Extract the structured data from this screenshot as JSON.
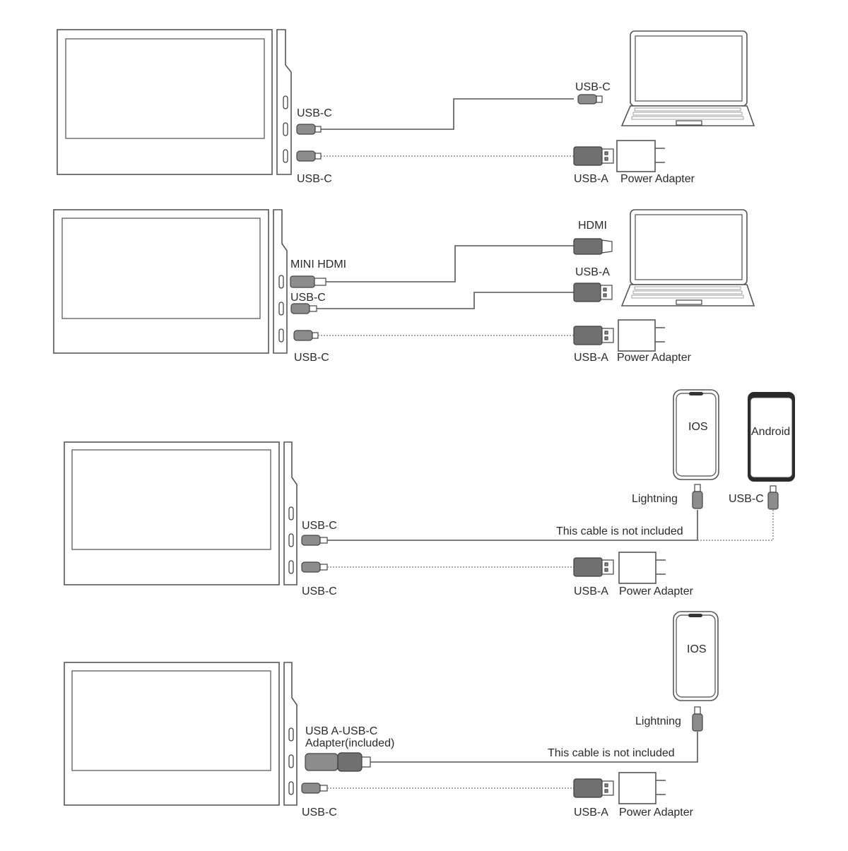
{
  "colors": {
    "line": "#555555",
    "plug": "#8c8c8c",
    "background": "#ffffff"
  },
  "scenario1": {
    "monitor_port_top": "USB-C",
    "monitor_port_bottom": "USB-C",
    "laptop_port": "USB-C",
    "adapter_plug": "USB-A",
    "adapter_label": "Power Adapter"
  },
  "scenario2": {
    "monitor_port_hdmi": "MINI HDMI",
    "monitor_port_usbc": "USB-C",
    "monitor_port_bottom": "USB-C",
    "laptop_port_hdmi": "HDMI",
    "laptop_port_usba": "USB-A",
    "adapter_plug": "USB-A",
    "adapter_label": "Power Adapter"
  },
  "scenario3": {
    "monitor_port_top": "USB-C",
    "monitor_port_bottom": "USB-C",
    "phone_ios": "IOS",
    "phone_android": "Android",
    "lightning_label": "Lightning",
    "usbc_label": "USB-C",
    "cable_note": "This cable is not included",
    "adapter_plug": "USB-A",
    "adapter_label": "Power Adapter"
  },
  "scenario4": {
    "adapter_line1": "USB A-USB-C",
    "adapter_line2": "Adapter(included)",
    "monitor_port_bottom": "USB-C",
    "phone_ios": "IOS",
    "lightning_label": "Lightning",
    "cable_note": "This cable is not included",
    "adapter_plug": "USB-A",
    "adapter_label": "Power Adapter"
  }
}
